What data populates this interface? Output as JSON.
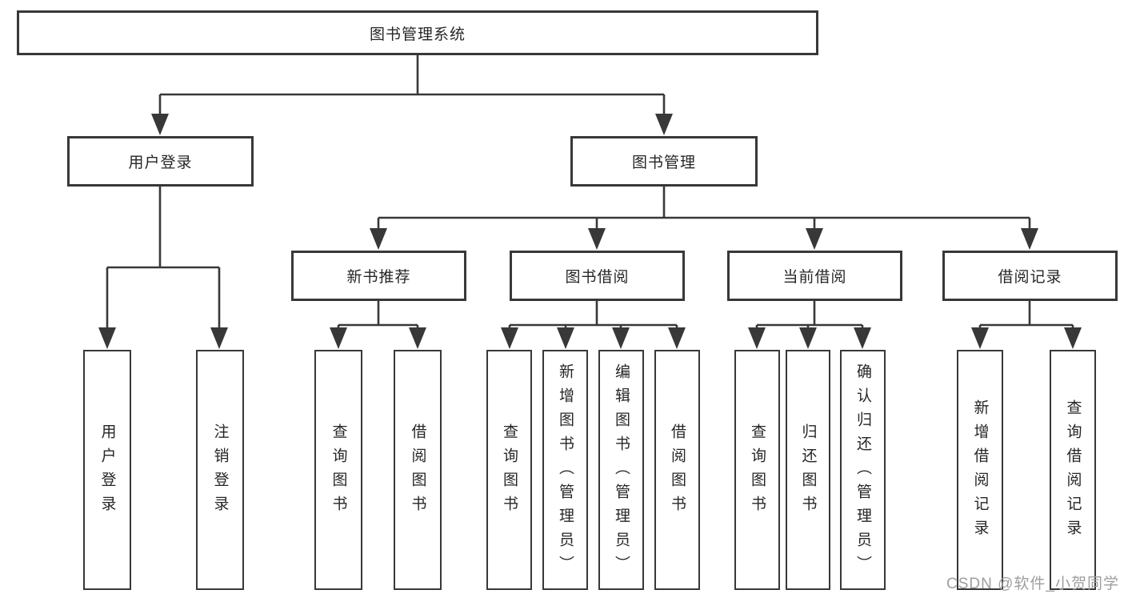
{
  "diagram": {
    "root": {
      "label": "图书管理系统"
    },
    "branches": [
      {
        "label": "用户登录",
        "children": [
          {
            "label": "用户登录"
          },
          {
            "label": "注销登录"
          }
        ]
      },
      {
        "label": "图书管理",
        "children": [
          {
            "label": "新书推荐",
            "children": [
              {
                "label": "查询图书"
              },
              {
                "label": "借阅图书"
              }
            ]
          },
          {
            "label": "图书借阅",
            "children": [
              {
                "label": "查询图书"
              },
              {
                "label": "新增图书（管理员）"
              },
              {
                "label": "编辑图书（管理员）"
              },
              {
                "label": "借阅图书"
              }
            ]
          },
          {
            "label": "当前借阅",
            "children": [
              {
                "label": "查询图书"
              },
              {
                "label": "归还图书"
              },
              {
                "label": "确认归还（管理员）"
              }
            ]
          },
          {
            "label": "借阅记录",
            "children": [
              {
                "label": "新增借阅记录"
              },
              {
                "label": "查询借阅记录"
              }
            ]
          }
        ]
      }
    ]
  },
  "watermark": {
    "text": "CSDN @软件_小贺同学"
  },
  "colors": {
    "line": "#383838",
    "text": "#262626",
    "watermark": "#9e9e9e",
    "background": "#ffffff"
  }
}
